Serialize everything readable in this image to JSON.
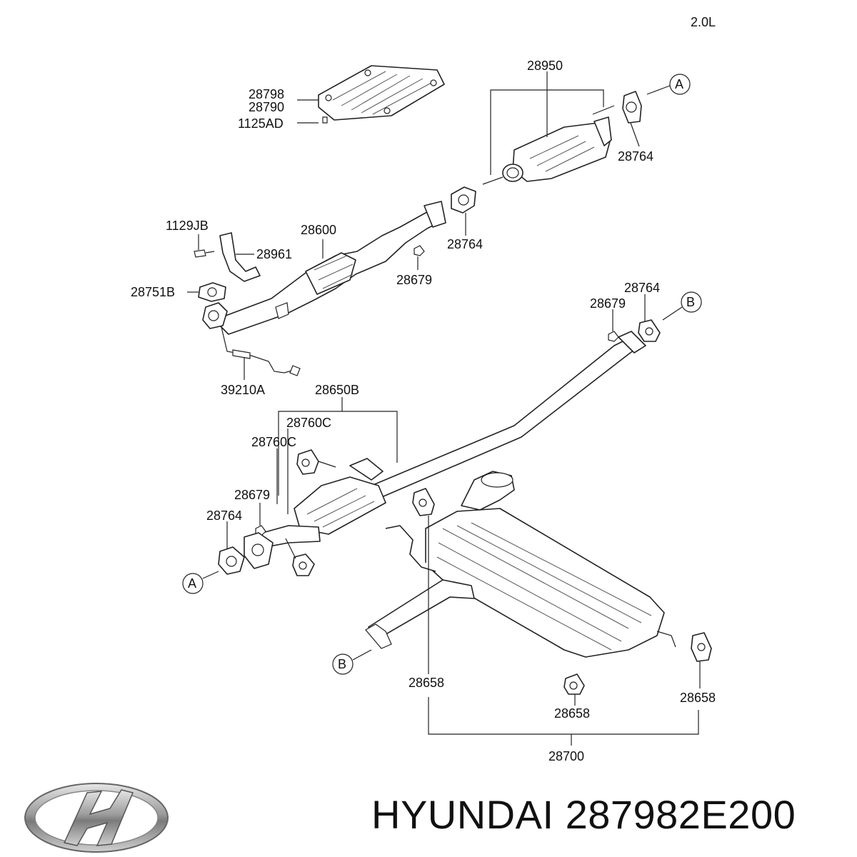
{
  "engine": "2.0L",
  "parts": {
    "heat_shield_a": "28798",
    "heat_shield_b": "28790",
    "bolt_1125ad": "1125AD",
    "catalytic_converter": "28950",
    "gasket_cat_front": "28764",
    "gasket_cat_rear": "28764",
    "bolt_1129jb": "1129JB",
    "front_pipe": "28600",
    "bracket": "28961",
    "nut_front": "28679",
    "gasket_manifold": "28751B",
    "oxygen_sensor": "39210A",
    "gasket_b": "28764",
    "nut_b": "28679",
    "center_muffler": "28650B",
    "hanger_upper": "28760C",
    "hanger_lower": "28760C",
    "nut_a": "28679",
    "gasket_a": "28764",
    "hanger_1": "28658",
    "hanger_2": "28658",
    "hanger_3": "28658",
    "rear_muffler": "28700"
  },
  "refs": {
    "a_top": "A",
    "b_top": "B",
    "a_bottom": "A",
    "b_bottom": "B"
  },
  "footer": {
    "brand": "HYUNDAI 287982E200"
  }
}
